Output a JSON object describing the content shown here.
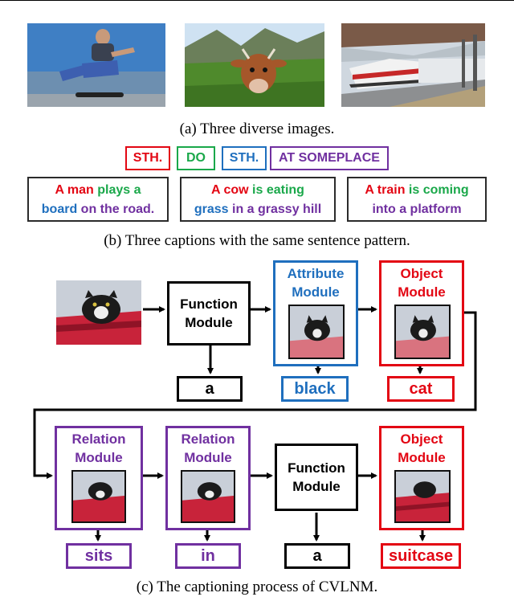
{
  "captions": {
    "a": "(a) Three diverse images.",
    "b": "(b) Three captions with the same sentence pattern.",
    "c": "(c) The captioning process of CVLNM."
  },
  "pattern_tags": [
    "STH.",
    "DO",
    "STH.",
    "AT SOMEPLACE"
  ],
  "example_captions": [
    {
      "subject": "A man",
      "verb": "plays a",
      "object": "board",
      "place": "on the road."
    },
    {
      "subject": "A cow",
      "verb": "is eating",
      "object": "grass",
      "place": "in a grassy hill"
    },
    {
      "subject": "A train",
      "verb": "is coming",
      "object": "",
      "place": "into a platform"
    }
  ],
  "modules": {
    "function_1": "Function Module",
    "attribute": "Attribute Module",
    "object_1": "Object Module",
    "relation_1": "Relation Module",
    "relation_2": "Relation Module",
    "function_2": "Function Module",
    "object_2": "Object Module"
  },
  "words": [
    "a",
    "black",
    "cat",
    "sits",
    "in",
    "a",
    "suitcase"
  ],
  "colors": {
    "red": "#e30613",
    "green": "#1aa84a",
    "blue": "#1f6fbe",
    "purple": "#7030a0",
    "black": "#000000"
  }
}
